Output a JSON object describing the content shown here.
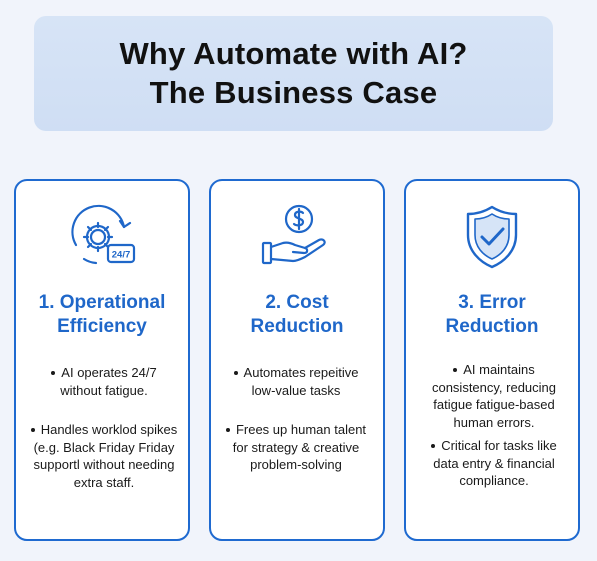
{
  "title": {
    "line1": "Why Automate with AI?",
    "line2": "The Business Case"
  },
  "cards": [
    {
      "icon": "gear-24-7-icon",
      "icon_label": "24/7",
      "title_line1": "1. Operational",
      "title_line2": "Efficiency",
      "bullets": [
        "AI operates 24/7 without fatigue.",
        "Handles worklod spikes (e.g. Black Friday Friday supportl without needing extra staff."
      ]
    },
    {
      "icon": "hand-dollar-icon",
      "title_line1": "2. Cost",
      "title_line2": "Reduction",
      "bullets": [
        "Automates repeitive low-value tasks",
        "Frees up human talent for strategy & creative problem-solving"
      ]
    },
    {
      "icon": "shield-check-icon",
      "title_line1": "3. Error",
      "title_line2": "Reduction",
      "bullets": [
        "AI maintains consistency, reducing fatigue fatigue-based human errors.",
        "Critical for tasks like data entry & financial compliance."
      ]
    }
  ],
  "colors": {
    "accent": "#1f67c9",
    "banner": "#d4e2f5",
    "background": "#f1f4fb"
  }
}
